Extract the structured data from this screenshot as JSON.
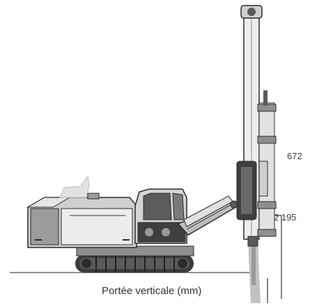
{
  "diagram": {
    "title": "",
    "caption": "Portée verticale (mm)",
    "dimensions": {
      "upper": "672",
      "lower": "2 195"
    }
  },
  "colors": {
    "body_light": "#ececec",
    "body_mid": "#cfcfcf",
    "body_dark": "#8f8f8f",
    "outline": "#2b2b2b",
    "track": "#3a3a3a",
    "ground": "#6a6a6a",
    "borehole": "#c2c2c2"
  }
}
